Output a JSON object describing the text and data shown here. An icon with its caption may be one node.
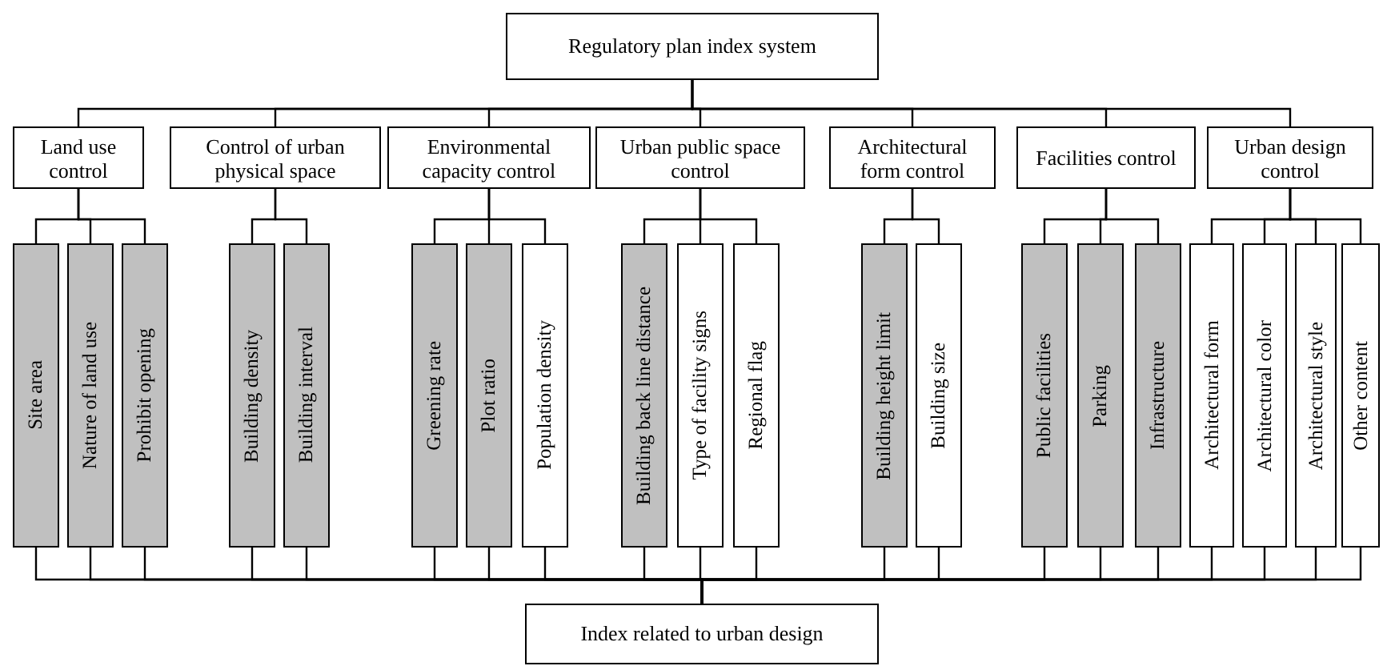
{
  "diagram": {
    "nodes": [
      {
        "text": [
          "Regulatory plan index system"
        ]
      },
      {
        "text": [
          "Land use control"
        ]
      },
      {
        "text": [
          "Control of urban physical space"
        ]
      },
      {
        "text": [
          "Environmental capacity control"
        ]
      },
      {
        "text": [
          "Urban public space control"
        ]
      },
      {
        "text": [
          "Architectural form control"
        ]
      },
      {
        "text": [
          "Facilities control"
        ]
      },
      {
        "text": [
          "Urban design control"
        ]
      },
      {
        "text": [
          "Site area"
        ]
      },
      {
        "text": [
          "Nature of land use"
        ]
      },
      {
        "text": [
          "Prohibit opening"
        ]
      },
      {
        "text": [
          "Building density"
        ]
      },
      {
        "text": [
          "Building interval"
        ]
      },
      {
        "text": [
          "Greening rate"
        ]
      },
      {
        "text": [
          "Plot ratio"
        ]
      },
      {
        "text": [
          "Population density"
        ]
      },
      {
        "text": [
          "Building back line distance"
        ]
      },
      {
        "text": [
          "Type of facility signs"
        ]
      },
      {
        "text": [
          "Regional flag"
        ]
      },
      {
        "text": [
          "Building height limit"
        ]
      },
      {
        "text": [
          "Building size"
        ]
      },
      {
        "text": [
          "Public facilities"
        ]
      },
      {
        "text": [
          "Parking"
        ]
      },
      {
        "text": [
          "Infrastructure"
        ]
      },
      {
        "text": [
          "Architectural form"
        ]
      },
      {
        "text": [
          "Architectural color"
        ]
      },
      {
        "text": [
          "Architectural style"
        ]
      },
      {
        "text": [
          "Other content"
        ]
      },
      {
        "text": [
          "Index related to urban design"
        ]
      }
    ],
    "edges": [
      {
        "from": 0,
        "to": 1,
        "arrow": "none"
      },
      {
        "from": 0,
        "to": 2,
        "arrow": "none"
      },
      {
        "from": 0,
        "to": 3,
        "arrow": "none"
      },
      {
        "from": 0,
        "to": 4,
        "arrow": "none"
      },
      {
        "from": 0,
        "to": 5,
        "arrow": "none"
      },
      {
        "from": 0,
        "to": 6,
        "arrow": "none"
      },
      {
        "from": 0,
        "to": 7,
        "arrow": "none"
      },
      {
        "from": 1,
        "to": 8,
        "arrow": "none"
      },
      {
        "from": 1,
        "to": 9,
        "arrow": "none"
      },
      {
        "from": 1,
        "to": 10,
        "arrow": "none"
      },
      {
        "from": 2,
        "to": 11,
        "arrow": "none"
      },
      {
        "from": 2,
        "to": 12,
        "arrow": "none"
      },
      {
        "from": 3,
        "to": 13,
        "arrow": "none"
      },
      {
        "from": 3,
        "to": 14,
        "arrow": "none"
      },
      {
        "from": 3,
        "to": 15,
        "arrow": "none"
      },
      {
        "from": 4,
        "to": 16,
        "arrow": "none"
      },
      {
        "from": 4,
        "to": 17,
        "arrow": "none"
      },
      {
        "from": 4,
        "to": 18,
        "arrow": "none"
      },
      {
        "from": 5,
        "to": 19,
        "arrow": "none"
      },
      {
        "from": 5,
        "to": 20,
        "arrow": "none"
      },
      {
        "from": 6,
        "to": 21,
        "arrow": "none"
      },
      {
        "from": 6,
        "to": 22,
        "arrow": "none"
      },
      {
        "from": 6,
        "to": 23,
        "arrow": "none"
      },
      {
        "from": 7,
        "to": 24,
        "arrow": "none"
      },
      {
        "from": 7,
        "to": 25,
        "arrow": "none"
      },
      {
        "from": 7,
        "to": 26,
        "arrow": "none"
      },
      {
        "from": 7,
        "to": 27,
        "arrow": "none"
      },
      {
        "from": 8,
        "to": 28,
        "arrow": "none"
      },
      {
        "from": 9,
        "to": 28,
        "arrow": "none"
      },
      {
        "from": 10,
        "to": 28,
        "arrow": "none"
      },
      {
        "from": 11,
        "to": 28,
        "arrow": "none"
      },
      {
        "from": 12,
        "to": 28,
        "arrow": "none"
      },
      {
        "from": 13,
        "to": 28,
        "arrow": "none"
      },
      {
        "from": 14,
        "to": 28,
        "arrow": "none"
      },
      {
        "from": 15,
        "to": 28,
        "arrow": "none"
      },
      {
        "from": 16,
        "to": 28,
        "arrow": "none"
      },
      {
        "from": 17,
        "to": 28,
        "arrow": "none"
      },
      {
        "from": 18,
        "to": 28,
        "arrow": "none"
      },
      {
        "from": 19,
        "to": 28,
        "arrow": "none"
      },
      {
        "from": 20,
        "to": 28,
        "arrow": "none"
      },
      {
        "from": 21,
        "to": 28,
        "arrow": "none"
      },
      {
        "from": 22,
        "to": 28,
        "arrow": "none"
      },
      {
        "from": 23,
        "to": 28,
        "arrow": "none"
      },
      {
        "from": 24,
        "to": 28,
        "arrow": "none"
      },
      {
        "from": 25,
        "to": 28,
        "arrow": "none"
      },
      {
        "from": 26,
        "to": 28,
        "arrow": "none"
      },
      {
        "from": 27,
        "to": 28,
        "arrow": "none"
      }
    ]
  }
}
